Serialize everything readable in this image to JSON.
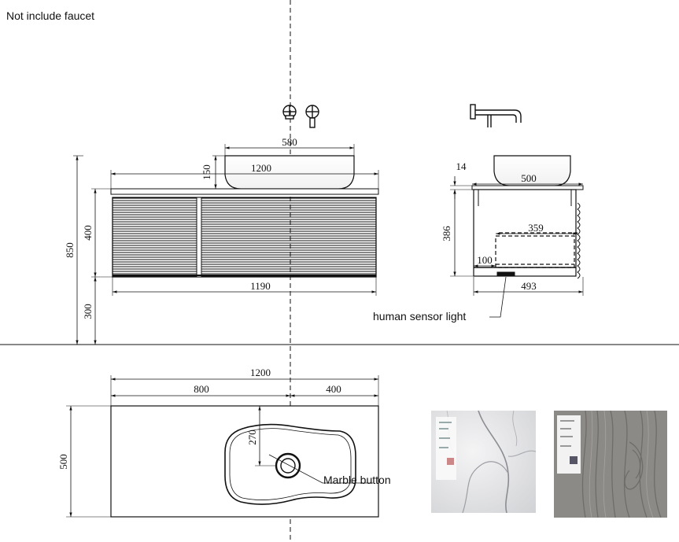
{
  "note": "Not include faucet",
  "front_view": {
    "basin_width": "580",
    "basin_height": "150",
    "top_width": "1200",
    "cabinet_width": "1190",
    "cabinet_height": "400",
    "total_height": "850",
    "floor_gap": "300"
  },
  "side_view": {
    "top_thickness": "14",
    "basin_depth": "500",
    "cabinet_height": "386",
    "drawer_depth": "359",
    "drawer_offset": "100",
    "cabinet_depth": "493",
    "sensor_label": "human sensor light"
  },
  "plan_view": {
    "total_width": "1200",
    "left_width": "800",
    "right_width": "400",
    "depth": "500",
    "drain_offset": "270",
    "button_label": "Marble button"
  },
  "colors": {
    "line": "#111111",
    "marble": "#dcdde0",
    "wood": "#8c8a87"
  }
}
